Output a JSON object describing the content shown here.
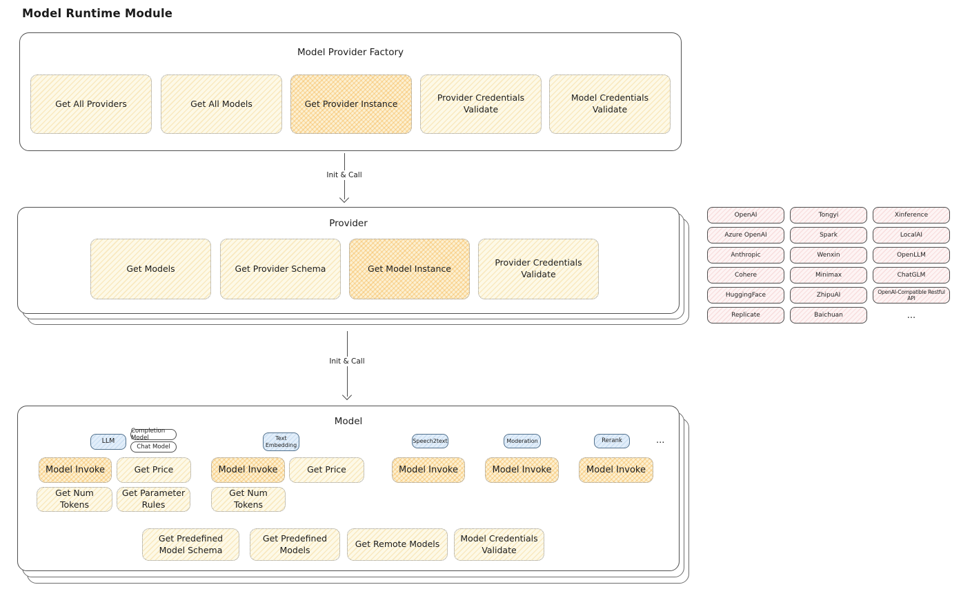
{
  "page_title": "Model Runtime Module",
  "arrows": {
    "first": "Init & Call",
    "second": "Init & Call"
  },
  "colors": {
    "highlight_orange": "#f3a832",
    "light_yellow": "#fdf9e7",
    "provider_pink": "#fdf4f4",
    "type_blue": "#e2eefa"
  },
  "factory": {
    "title": "Model Provider Factory",
    "items": [
      "Get All Providers",
      "Get All Models",
      "Get Provider Instance",
      "Provider Credentials Validate",
      "Model Credentials Validate"
    ]
  },
  "provider": {
    "title": "Provider",
    "items": [
      "Get Models",
      "Get Provider Schema",
      "Get Model Instance",
      "Provider Credentials Validate"
    ]
  },
  "providers_list": {
    "items": [
      "OpenAI",
      "Tongyi",
      "Xinference",
      "Azure OpenAI",
      "Spark",
      "LocalAI",
      "Anthropic",
      "Wenxin",
      "OpenLLM",
      "Cohere",
      "Minimax",
      "ChatGLM",
      "HuggingFace",
      "ZhipuAI",
      "OpenAI-Compatible Restful API",
      "Replicate",
      "Baichuan"
    ],
    "ellipsis": "..."
  },
  "model": {
    "title": "Model",
    "types": {
      "llm": "LLM",
      "completion": "Completion Model",
      "chat": "Chat Model",
      "text_embedding": "Text Embedding",
      "speech2text": "Speech2text",
      "moderation": "Moderation",
      "rerank": "Rerank",
      "ellipsis": "..."
    },
    "actions": {
      "model_invoke": "Model Invoke",
      "get_price": "Get Price",
      "get_num_tokens": "Get Num Tokens",
      "get_parameter_rules": "Get Parameter Rules",
      "get_predefined_model_schema": "Get Predefined Model Schema",
      "get_predefined_models": "Get Predefined Models",
      "get_remote_models": "Get Remote Models",
      "model_credentials_validate": "Model Credentials Validate"
    }
  }
}
